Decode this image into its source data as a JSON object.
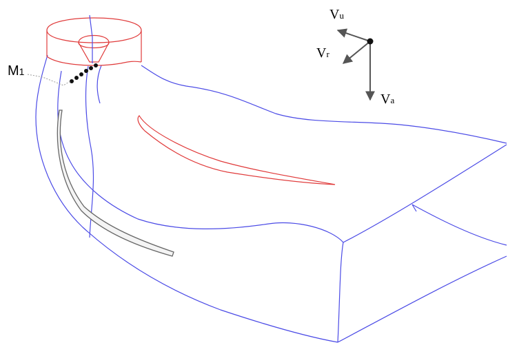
{
  "labels": {
    "point": {
      "main": "M",
      "sub": "1"
    },
    "vu": {
      "main": "V",
      "sub": "u"
    },
    "vr": {
      "main": "V",
      "sub": "r"
    },
    "va": {
      "main": "V",
      "sub": "a"
    }
  },
  "colors": {
    "outer_edges": "#4a4ae6",
    "inlet_and_blade": "#e03a3a",
    "splitter_blade": "#666666",
    "vectors": "#555555",
    "probe_points": "#111111",
    "leader_line": "#999999"
  }
}
